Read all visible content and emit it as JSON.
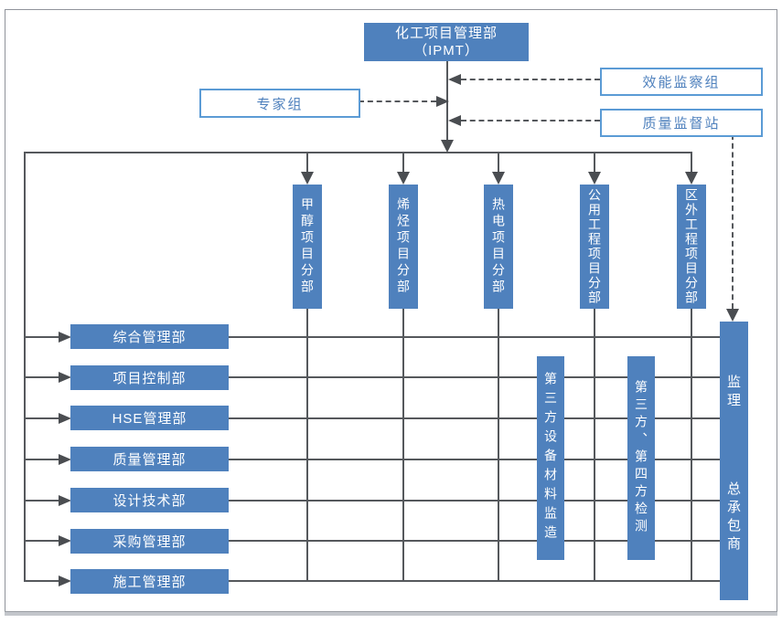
{
  "colors": {
    "box_blue": "#4f81bd",
    "outline_blue": "#5b9bd5",
    "line_gray": "#55585c",
    "frame_gray": "#8f939a"
  },
  "header": {
    "title_line1": "化工项目管理部",
    "title_line2": "（IPMT）"
  },
  "advisory": {
    "expert_group": "专家组",
    "efficiency_group": "效能监察组",
    "quality_station": "质量监督站"
  },
  "divisions": [
    {
      "label": "甲醇项目分部"
    },
    {
      "label": "烯烃项目分部"
    },
    {
      "label": "热电项目分部"
    },
    {
      "label": "公用工程项目分部"
    },
    {
      "label": "区外工程项目分部"
    }
  ],
  "left_departments": [
    {
      "label": "综合管理部"
    },
    {
      "label": "项目控制部"
    },
    {
      "label": "HSE管理部"
    },
    {
      "label": "质量管理部"
    },
    {
      "label": "设计技术部"
    },
    {
      "label": "采购管理部"
    },
    {
      "label": "施工管理部"
    }
  ],
  "third_party": [
    {
      "label": "第三方设备材料监造"
    },
    {
      "label": "第三方、第四方检测"
    }
  ],
  "contractor": {
    "supervisor": "监理",
    "general_contractor": "总承包商"
  }
}
